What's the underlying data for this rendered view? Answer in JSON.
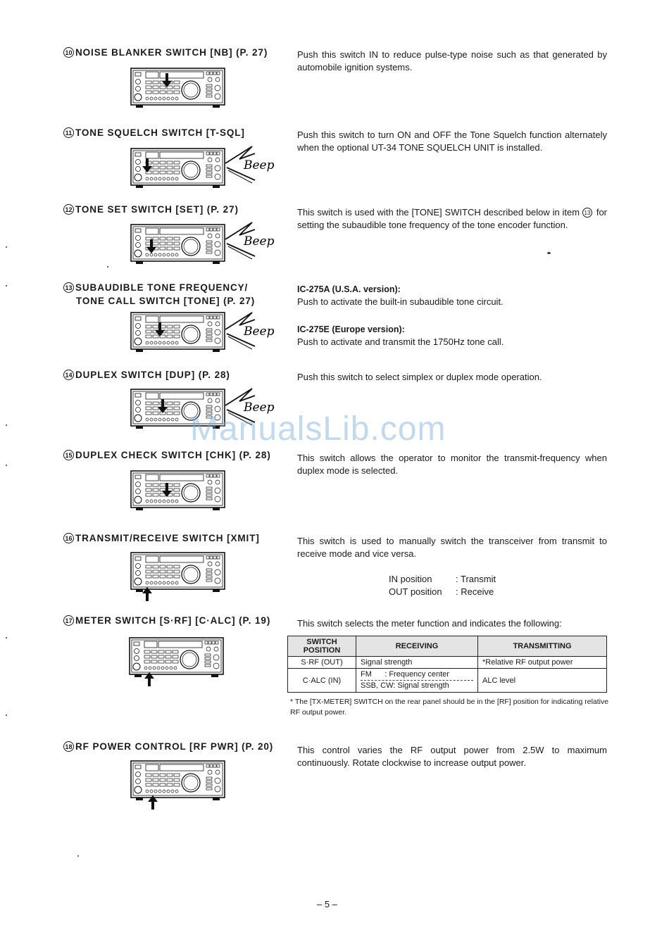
{
  "sections": [
    {
      "num": "10",
      "heading": "NOISE BLANKER SWITCH [NB] (P. 27)",
      "desc": "Push this switch IN to reduce pulse-type noise such as that generated by automobile ignition systems."
    },
    {
      "num": "11",
      "heading": "TONE SQUELCH SWITCH [T-SQL]",
      "desc": "Push this switch to turn ON and OFF the Tone Squelch function alternately when the optional UT-34 TONE SQUELCH UNIT is installed."
    },
    {
      "num": "12",
      "heading": "TONE SET SWITCH [SET] (P. 27)",
      "desc_pre": "This switch is used with the [TONE] SWITCH described below in item",
      "desc_ref": "13",
      "desc_post": "for setting the subaudible tone frequency of the tone encoder function."
    },
    {
      "num": "13",
      "heading": "SUBAUDIBLE TONE FREQUENCY/",
      "heading2": "TONE CALL SWITCH [TONE] (P. 27)",
      "sub1": "IC-275A (U.S.A. version):",
      "sub1_desc": "Push to activate the built-in subaudible tone circuit.",
      "sub2": "IC-275E (Europe version):",
      "sub2_desc": "Push to activate and transmit the 1750Hz tone call."
    },
    {
      "num": "14",
      "heading": "DUPLEX SWITCH [DUP] (P. 28)",
      "desc": "Push this switch to select simplex or duplex mode operation."
    },
    {
      "num": "15",
      "heading": "DUPLEX CHECK SWITCH [CHK] (P. 28)",
      "desc": "This switch allows the operator to monitor the transmit-frequency when duplex mode is selected."
    },
    {
      "num": "16",
      "heading": "TRANSMIT/RECEIVE SWITCH [XMIT]",
      "desc": "This switch is used to manually switch the transceiver from transmit to receive mode and vice versa.",
      "positions": [
        {
          "label": "IN position",
          "value": ": Transmit"
        },
        {
          "label": "OUT position",
          "value": ": Receive"
        }
      ]
    },
    {
      "num": "17",
      "heading": "METER SWITCH [S·RF] [C·ALC] (P. 19)",
      "desc": "This switch selects the meter function and indicates the following:",
      "table": {
        "headers": [
          "SWITCH POSITION",
          "RECEIVING",
          "TRANSMITTING"
        ],
        "rows": [
          {
            "pos": "S·RF (OUT)",
            "rx": [
              "Signal strength"
            ],
            "tx": "*Relative RF output power"
          },
          {
            "pos": "C·ALC (IN)",
            "rx": [
              "FM      : Frequency center",
              "SSB, CW: Signal strength"
            ],
            "tx": "ALC level"
          }
        ]
      },
      "note": "* The [TX-METER] SWITCH on the rear panel should be in the [RF] position for indicating relative RF output power."
    },
    {
      "num": "18",
      "heading": "RF POWER CONTROL [RF PWR] (P. 20)",
      "desc": "This control varies the RF output power from 2.5W to maximum continuously. Rotate clockwise to increase output power."
    }
  ],
  "beep_text": "Beep",
  "watermark": "ManualsLib.com",
  "page_number": "– 5 –"
}
